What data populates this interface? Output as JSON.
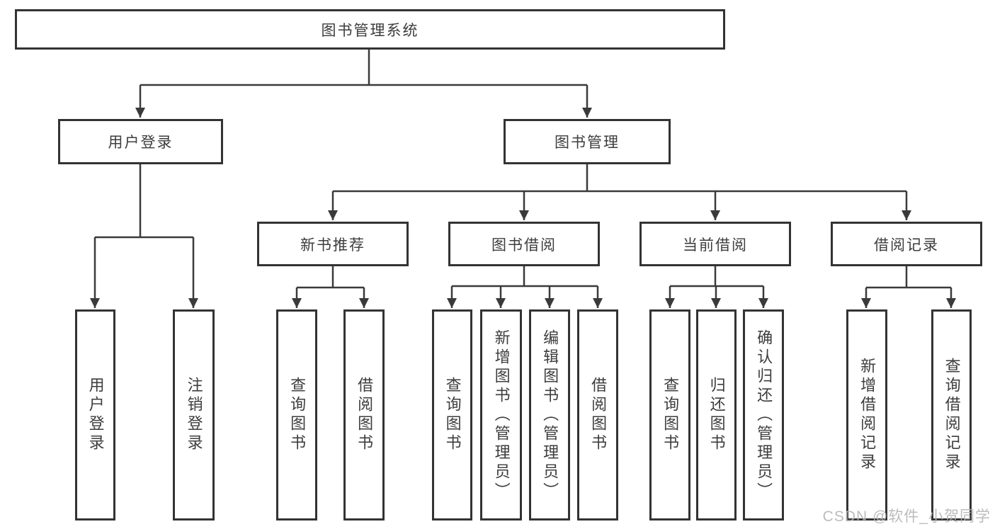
{
  "colors": {
    "line": "#3a3a3a",
    "border": "#333333",
    "text": "#3d3d3d",
    "watermark": "#b5b5b5",
    "background": "#ffffff"
  },
  "watermark": {
    "text": "CSDN @软件_小贺同学"
  },
  "tree": {
    "root": {
      "label": "图书管理系统"
    },
    "branches": [
      {
        "label": "用户登录",
        "children": [
          {
            "label": "用户登录"
          },
          {
            "label": "注销登录"
          }
        ]
      },
      {
        "label": "图书管理",
        "groups": [
          {
            "label": "新书推荐",
            "children": [
              {
                "label": "查询图书"
              },
              {
                "label": "借阅图书"
              }
            ]
          },
          {
            "label": "图书借阅",
            "children": [
              {
                "label": "查询图书"
              },
              {
                "label": "新增图书（管理员）"
              },
              {
                "label": "编辑图书（管理员）"
              },
              {
                "label": "借阅图书"
              }
            ]
          },
          {
            "label": "当前借阅",
            "children": [
              {
                "label": "查询图书"
              },
              {
                "label": "归还图书"
              },
              {
                "label": "确认归还（管理员）"
              }
            ]
          },
          {
            "label": "借阅记录",
            "children": [
              {
                "label": "新增借阅记录"
              },
              {
                "label": "查询借阅记录"
              }
            ]
          }
        ]
      }
    ]
  }
}
